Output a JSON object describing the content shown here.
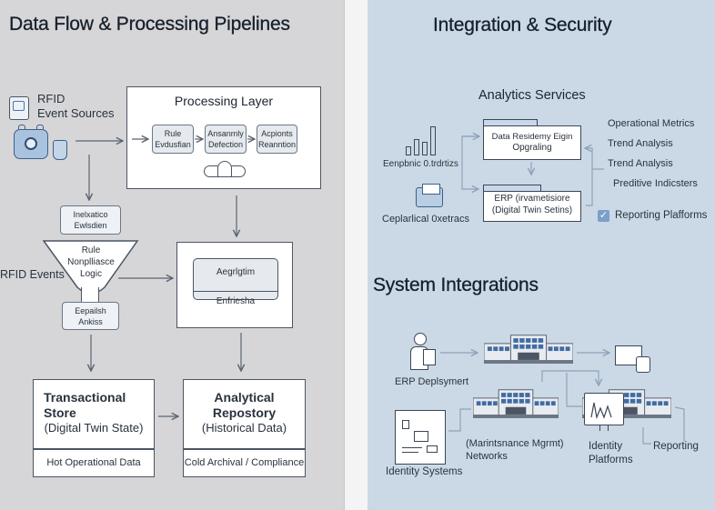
{
  "left": {
    "title": "Data Flow & Processing Pipelines",
    "sources": {
      "label_line1": "RFID",
      "label_line2": "Event Sources",
      "icons": [
        "tablet-icon",
        "camera-icon",
        "tag-icon"
      ]
    },
    "processing": {
      "title": "Processing Layer",
      "steps": [
        {
          "line1": "Rule",
          "line2": "Evdusfian"
        },
        {
          "line1": "Ansanmly",
          "line2": "Defection"
        },
        {
          "line1": "Acpionts",
          "line2": "Reanntion"
        }
      ],
      "icon": "gateway-icon"
    },
    "normalization": {
      "line1": "Inelxatico",
      "line2": "Ewlsdien"
    },
    "funnel": {
      "line1": "Rule",
      "line2": "Nonplliasce",
      "line3": "Logic"
    },
    "rfid_events": "RFID Events",
    "establish": {
      "line1": "Eepailsh",
      "line2": "Ankiss"
    },
    "aggregation": {
      "top": "Aegrlgtim",
      "bottom": "Enfriesha"
    },
    "transactional": {
      "line1": "Transactional",
      "line2": "Store",
      "line3": "(Digital Twin State)",
      "footer": "Hot Operational Data"
    },
    "analytical": {
      "line1": "Analytical",
      "line2": "Repostory",
      "line3": "(Historical Data)",
      "footer": "Cold Archival / Compliance"
    }
  },
  "right": {
    "title": "Integration & Security",
    "analytics": {
      "title": "Analytics Services",
      "left_labels": [
        "Eenpbnic 0.trdrtizs",
        "Ceplarlical 0xetracs"
      ],
      "folders": [
        {
          "line1": "Data Residemy Eigin",
          "line2": "Opgraling"
        },
        {
          "line1": "ERP (irvametisiore",
          "line2": "(Digital Twin Setins)"
        }
      ],
      "right_labels": [
        "Operational Metrics",
        "Trend Analysis",
        "Trend Analysis",
        "Preditive Indicsters"
      ],
      "checkbox_label": "Reporting Plafforms",
      "checkbox_checked": true
    },
    "integrations": {
      "title": "System Integrations",
      "labels": {
        "erp": "ERP Deplsymert",
        "identity_systems": "Identity Systems",
        "maintenance_line1": "(Marintsnance Mgrmt)",
        "maintenance_line2": "Networks",
        "identity_platforms_line1": "Identity",
        "identity_platforms_line2": "Platforms",
        "reporting": "Reporting"
      }
    }
  },
  "colors": {
    "left_bg": "#d6d6d8",
    "right_bg": "#cbd9e6",
    "accent_blue": "#4a78b0"
  }
}
